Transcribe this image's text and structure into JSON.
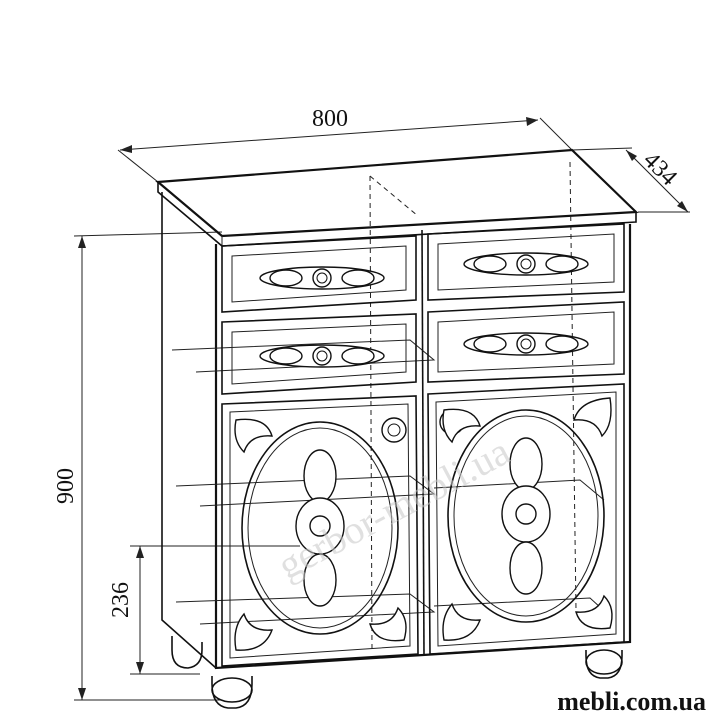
{
  "dimensions": {
    "width": "800",
    "depth": "434",
    "height": "900",
    "plinth": "236"
  },
  "watermark": "gerbor-mebli.ua",
  "brand": "mebli.com.ua",
  "colors": {
    "line": "#111111",
    "watermark": "#c8c8c8",
    "background": "#ffffff"
  }
}
